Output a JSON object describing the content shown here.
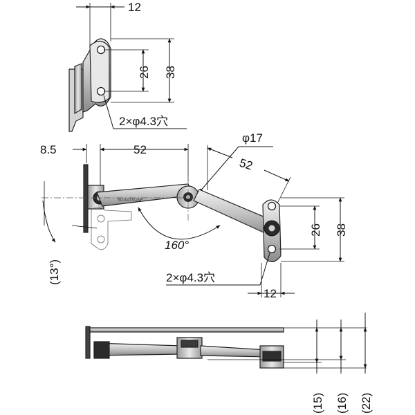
{
  "top_view": {
    "dim_width": "12",
    "dim_hole_pitch": "26",
    "dim_height": "38",
    "holes_note": "2×φ4.3穴"
  },
  "side_view": {
    "dim_offset": "8.5",
    "dim_arm1": "52",
    "dim_pivot_dia": "φ17",
    "dim_arm2": "52",
    "dim_hole_pitch": "26",
    "dim_height": "38",
    "dim_angle": "160°",
    "dim_tilt": "(13°)",
    "holes_note": "2×φ4.3穴",
    "dim_width": "12"
  },
  "bottom_view": {
    "dim_a": "(15)",
    "dim_b": "(16)",
    "dim_c": "(22)"
  },
  "colors": {
    "metal_light": "#e6e6e6",
    "metal_mid": "#b8b8b8",
    "metal_dark": "#333333",
    "line": "#111111"
  }
}
